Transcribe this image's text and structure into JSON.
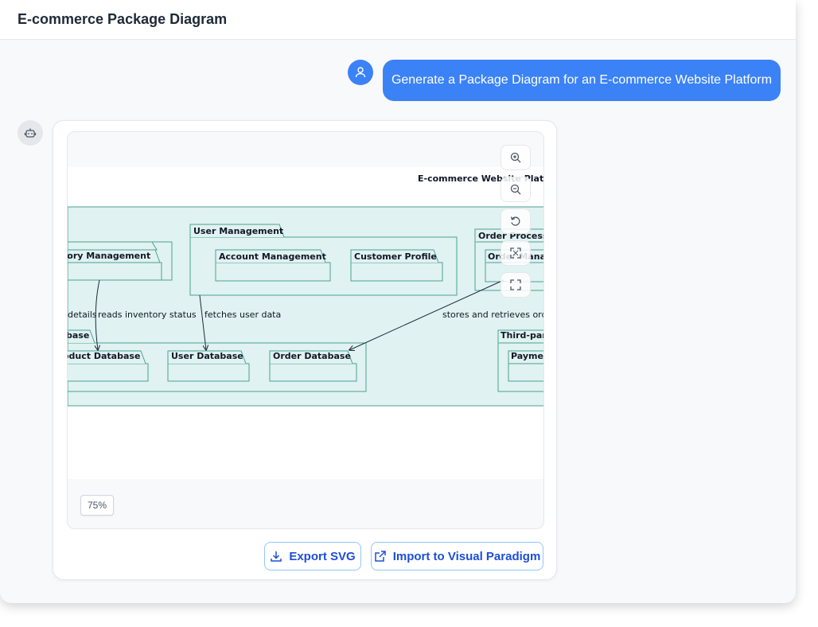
{
  "header": {
    "title": "E-commerce Package Diagram"
  },
  "user_message": {
    "text": "Generate a Package Diagram for an E-commerce Website Platform",
    "avatar_icon": "user-icon"
  },
  "bot": {
    "avatar_icon": "robot-icon"
  },
  "diagram": {
    "title": "E-commerce Website Platfo",
    "packages": {
      "inventory": "tory Management",
      "user_mgmt": "User Management",
      "account": "Account Management",
      "customer": "Customer Profile",
      "order_proc": "Order Process",
      "order_mgmt": "Order Mana",
      "database": "base",
      "product_db": "oduct Database",
      "user_db": "User Database",
      "order_db": "Order Database",
      "third_party": "Third-par",
      "payment": "Paymen"
    },
    "relations": {
      "details": "details",
      "reads": "reads inventory status",
      "fetches": "fetches user data",
      "stores": "stores and retrieves order"
    }
  },
  "viewer": {
    "zoom_level": "75%",
    "controls": [
      "zoom-in-icon",
      "zoom-out-icon",
      "reset-icon",
      "fit-icon",
      "fullscreen-icon"
    ]
  },
  "actions": {
    "export_label": "Export SVG",
    "import_label": "Import to Visual Paradigm"
  },
  "colors": {
    "accent": "#3b82f6",
    "package_fill": "#e0f2f1",
    "package_stroke": "#4aa394"
  }
}
